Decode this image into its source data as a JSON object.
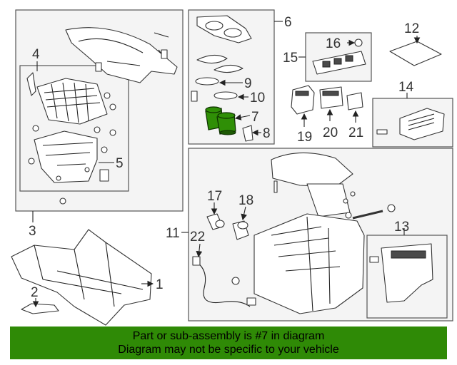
{
  "callouts": {
    "c1": "1",
    "c2": "2",
    "c3": "3",
    "c4": "4",
    "c5": "5",
    "c6": "6",
    "c7": "7",
    "c8": "8",
    "c9": "9",
    "c10": "10",
    "c11": "11",
    "c12": "12",
    "c13": "13",
    "c14": "14",
    "c15": "15",
    "c16": "16",
    "c17": "17",
    "c18": "18",
    "c19": "19",
    "c20": "20",
    "c21": "21",
    "c22": "22"
  },
  "colors": {
    "highlight": "#2f8a06",
    "banner_bg": "#2f8a06"
  },
  "banner": {
    "line1": "Part or sub-assembly is #7 in diagram",
    "line2": "Diagram may not be specific to your vehicle"
  }
}
